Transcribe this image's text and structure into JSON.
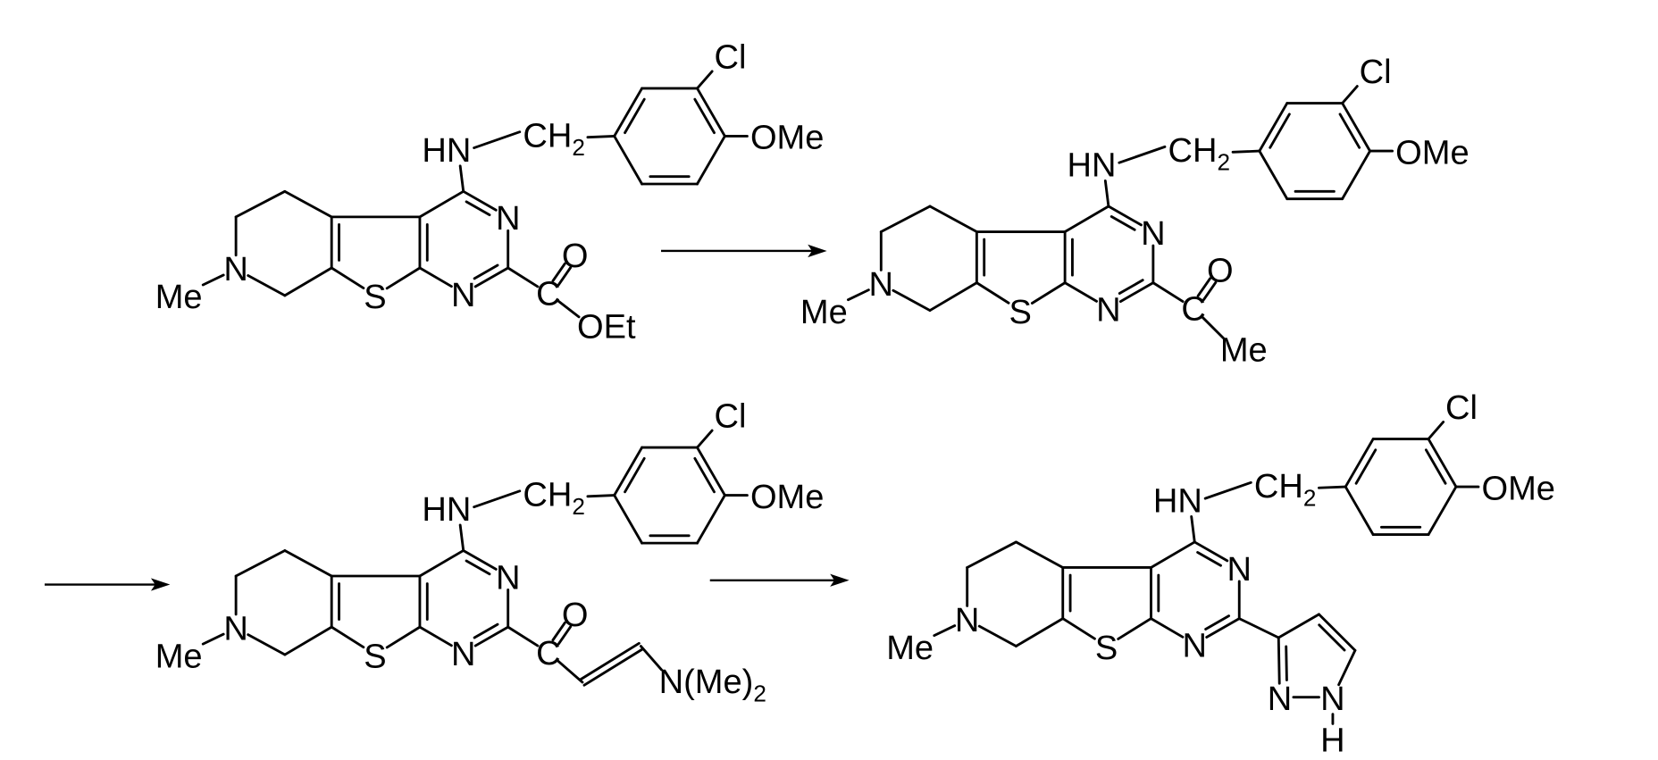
{
  "colors": {
    "ink": "#000000",
    "background": "#ffffff"
  },
  "scheme": {
    "molecules": [
      {
        "core": {
          "cl": "Cl",
          "ome": "OMe",
          "ch": "CH",
          "ch_sub": "2",
          "hn": "HN",
          "n3": "N",
          "n1": "N",
          "s": "S",
          "n_ring": "N",
          "me": "Me"
        },
        "substituent": {
          "c": "C",
          "o": "O",
          "oet": "OEt"
        }
      },
      {
        "core": {
          "cl": "Cl",
          "ome": "OMe",
          "ch": "CH",
          "ch_sub": "2",
          "hn": "HN",
          "n3": "N",
          "n1": "N",
          "s": "S",
          "n_ring": "N",
          "me": "Me"
        },
        "substituent": {
          "c": "C",
          "o": "O",
          "me": "Me"
        }
      },
      {
        "core": {
          "cl": "Cl",
          "ome": "OMe",
          "ch": "CH",
          "ch_sub": "2",
          "hn": "HN",
          "n3": "N",
          "n1": "N",
          "s": "S",
          "n_ring": "N",
          "me": "Me"
        },
        "substituent": {
          "c": "C",
          "o": "O",
          "amine": "N(Me)",
          "amine_sub": "2"
        }
      },
      {
        "core": {
          "cl": "Cl",
          "ome": "OMe",
          "ch": "CH",
          "ch_sub": "2",
          "hn": "HN",
          "n3": "N",
          "n1": "N",
          "s": "S",
          "n_ring": "N",
          "me": "Me"
        },
        "substituent": {
          "n2": "N",
          "n1": "N",
          "h": "H"
        }
      }
    ]
  }
}
